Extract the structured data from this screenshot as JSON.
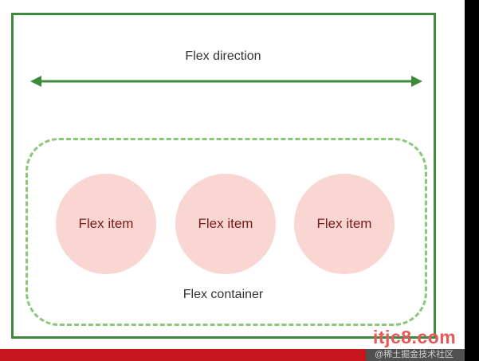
{
  "diagram": {
    "direction_label": "Flex direction",
    "container_label": "Flex container",
    "items": [
      {
        "label": "Flex item"
      },
      {
        "label": "Flex item"
      },
      {
        "label": "Flex item"
      }
    ]
  },
  "watermark": {
    "site": "itjc8.com",
    "text": "@稀土掘金技术社区"
  },
  "colors": {
    "frame": "#3c8a3c",
    "arrow": "#3c8a3c",
    "container_border": "#8bc77b",
    "item_fill": "#f9d6d2",
    "item_text": "#7a1a1a",
    "accent_bar": "#c8141b"
  }
}
